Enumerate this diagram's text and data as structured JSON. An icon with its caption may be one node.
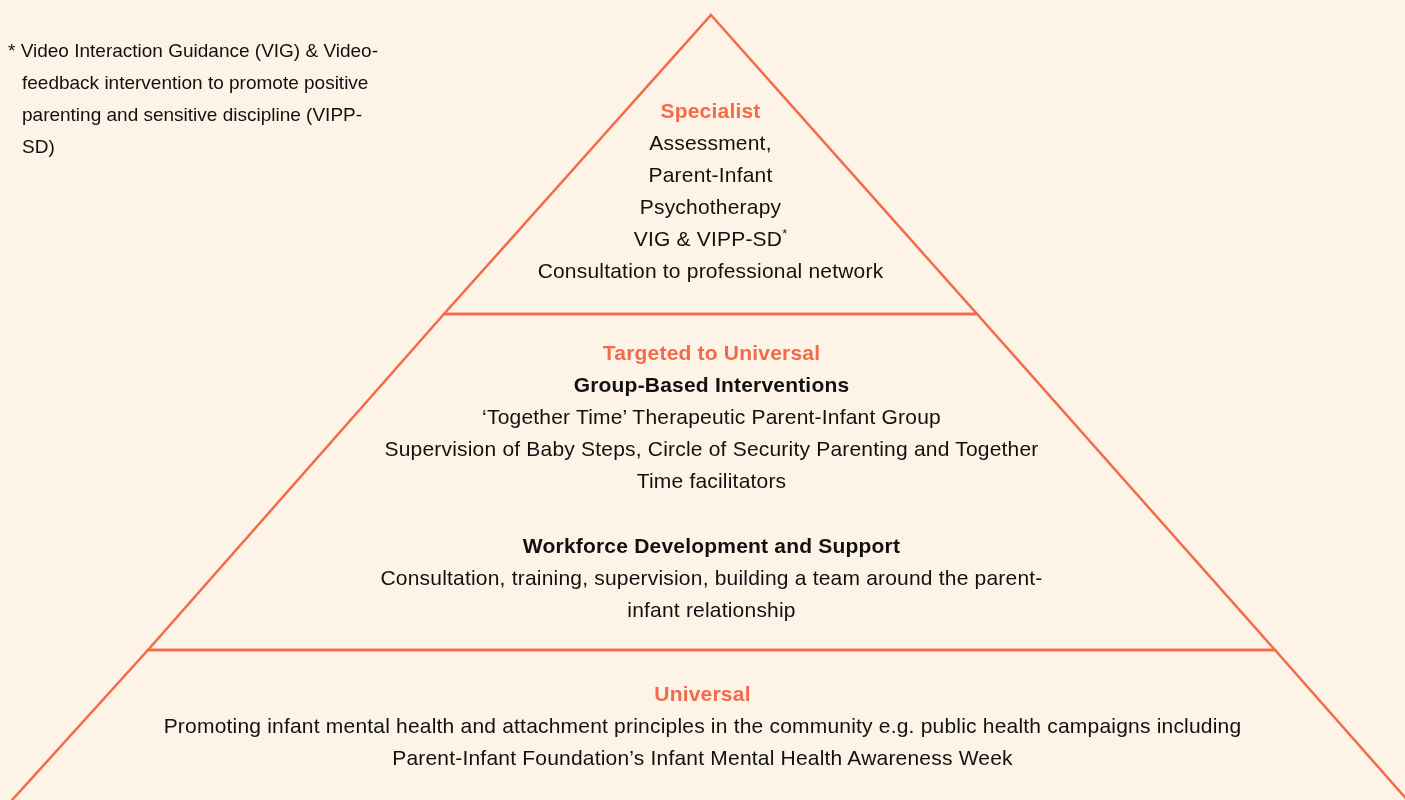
{
  "diagram": {
    "nodes": [
      {
        "text": [
          "Specialist",
          "Assessment, Parent-Infant Psychotherapy",
          "VIG & VIPP-SD$^{*}$",
          "Consultation to professional network"
        ]
      },
      {
        "text": [
          "Targeted to Universal",
          "Group-Based Interventions",
          "‘Together Time’ Therapeutic Parent-Infant Group",
          "Supervision of Baby Steps, Circle of Security Parenting and Together Time facilitators",
          "Workforce Development and Support",
          "Consultation, training, supervision, building a team around the parent-infant relationship"
        ]
      },
      {
        "text": [
          "Universal",
          "Promoting infant mental health and attachment principles in the community e.g. public health campaigns including Parent-Infant Foundation’s Infant Mental Health Awareness Week"
        ]
      }
    ],
    "labels": [
      "* Video Interaction Guidance (VIG) & Video-feedback intervention to promote positive parenting and sensitive discipline (VIPP-SD)"
    ]
  }
}
